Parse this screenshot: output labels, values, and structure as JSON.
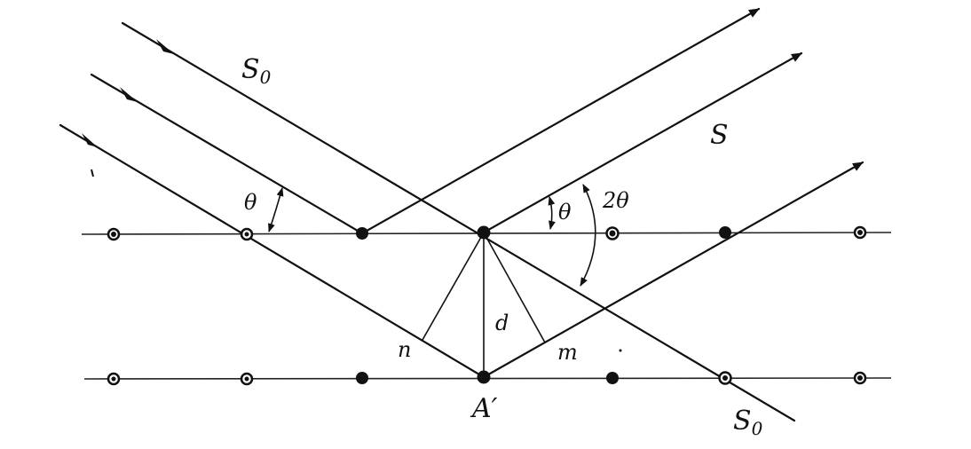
{
  "labels": {
    "s0_top": "S",
    "s0_top_sub": "0",
    "s_out": "S",
    "theta_left": "θ",
    "theta_right": "θ",
    "two_theta": "2θ",
    "d": "d",
    "n": "n",
    "m": "m",
    "a_prime": "A′",
    "s0_bottom": "S",
    "s0_bottom_sub": "0"
  },
  "colors": {
    "ink": "#111111",
    "background": "#ffffff"
  }
}
